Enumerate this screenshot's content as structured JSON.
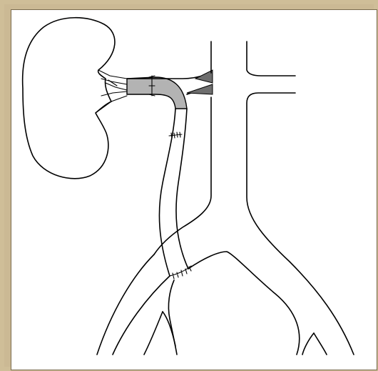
{
  "figure": {
    "caption": "",
    "colors": {
      "background": "#ffffff",
      "outline": "#000000",
      "graft_fill": "#b3b3b3",
      "stump_shading": "#6e6e6e",
      "frame": "#cbb994"
    },
    "structures": [
      "kidney",
      "renal-hilum-vessels",
      "renal-vein-graft-segment",
      "vein-graft-bypass",
      "inferior-vena-cava",
      "aorta",
      "iliac-bifurcation",
      "sutured-anastomosis-proximal",
      "sutured-anastomosis-distal"
    ]
  }
}
